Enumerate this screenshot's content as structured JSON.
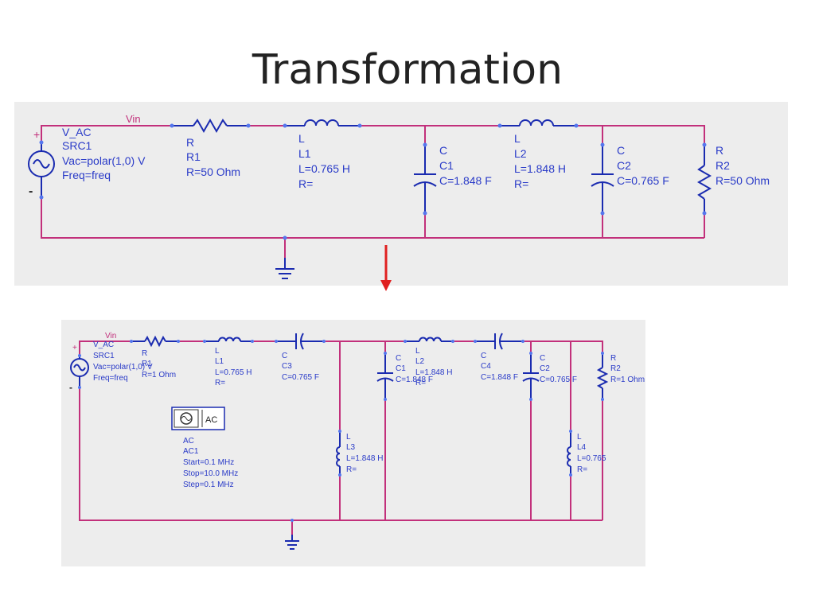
{
  "title": "Transformation",
  "top": {
    "source": {
      "node": "Vin",
      "type": "V_AC",
      "name": "SRC1",
      "vac": "Vac=polar(1,0) V",
      "freq": "Freq=freq",
      "plus": "+",
      "minus": "-"
    },
    "R1": {
      "type": "R",
      "name": "R1",
      "value": "R=50 Ohm"
    },
    "L1": {
      "type": "L",
      "name": "L1",
      "value": "L=0.765 H",
      "r": "R="
    },
    "C1": {
      "type": "C",
      "name": "C1",
      "value": "C=1.848 F"
    },
    "L2": {
      "type": "L",
      "name": "L2",
      "value": "L=1.848 H",
      "r": "R="
    },
    "C2": {
      "type": "C",
      "name": "C2",
      "value": "C=0.765 F"
    },
    "R2": {
      "type": "R",
      "name": "R2",
      "value": "R=50 Ohm"
    }
  },
  "bottom": {
    "source": {
      "node": "Vin",
      "type": "V_AC",
      "name": "SRC1",
      "vac": "Vac=polar(1,0) V",
      "freq": "Freq=freq",
      "plus": "+",
      "minus": "-"
    },
    "R1": {
      "type": "R",
      "name": "R1",
      "value": "R=1 Ohm"
    },
    "L1": {
      "type": "L",
      "name": "L1",
      "value": "L=0.765 H",
      "r": "R="
    },
    "C3": {
      "type": "C",
      "name": "C3",
      "value": "C=0.765 F"
    },
    "C1": {
      "type": "C",
      "name": "C1",
      "value": "C=1.848 F"
    },
    "L2": {
      "type": "L",
      "name": "L2",
      "value": "L=1.848 H",
      "r": "R="
    },
    "C4": {
      "type": "C",
      "name": "C4",
      "value": "C=1.848 F"
    },
    "C2": {
      "type": "C",
      "name": "C2",
      "value": "C=0.765 F"
    },
    "R2": {
      "type": "R",
      "name": "R2",
      "value": "R=1 Ohm"
    },
    "L3": {
      "type": "L",
      "name": "L3",
      "value": "L=1.848 H",
      "r": "R="
    },
    "L4": {
      "type": "L",
      "name": "L4",
      "value": "L=0.765",
      "r": "R="
    },
    "ac": {
      "icon": "AC",
      "type": "AC",
      "name": "AC1",
      "start": "Start=0.1 MHz",
      "stop": "Stop=10.0 MHz",
      "step": "Step=0.1 MHz"
    }
  },
  "colors": {
    "wire": "#c2307b",
    "component": "#1a2bb0",
    "arrow": "#e02020",
    "panel": "#ededed"
  }
}
